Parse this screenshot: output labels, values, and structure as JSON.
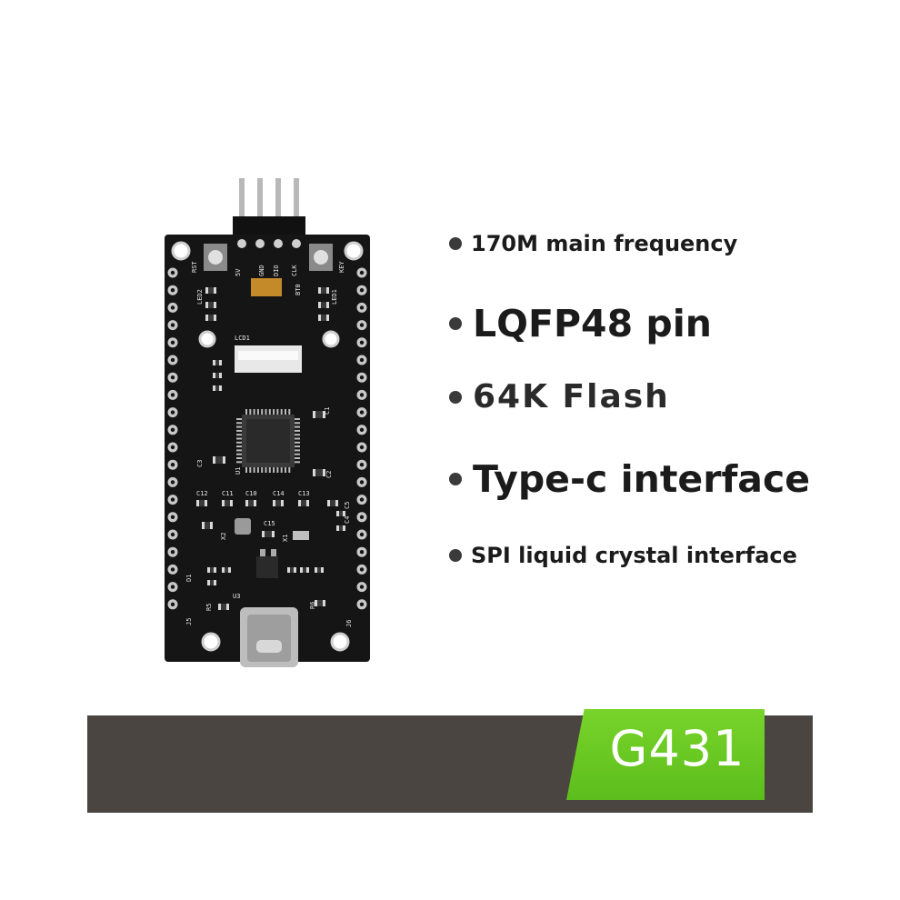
{
  "features": [
    "170M main frequency",
    "LQFP48 pin",
    "64K Flash",
    "Type-c interface",
    "SPI liquid crystal interface"
  ],
  "badge": "G431",
  "board": {
    "top_labels": [
      "5V",
      "GND",
      "DIO",
      "CLK"
    ],
    "silkscreen": {
      "rst": "RST",
      "key": "KEY",
      "led2": "LED2",
      "led1": "LED1",
      "bt0": "BT0",
      "lcd1": "LCD1",
      "u1": "U1",
      "u3": "U3",
      "c1": "C1",
      "c2": "C2",
      "c3": "C3",
      "c4": "C4",
      "c5": "C5",
      "c10": "C10",
      "c11": "C11",
      "c12": "C12",
      "c13": "C13",
      "c14": "C14",
      "c15": "C15",
      "x1": "X1",
      "x2": "X2",
      "j5": "J5",
      "j6": "J6",
      "r5": "R5",
      "r6": "R6",
      "d1": "D1"
    }
  },
  "colors": {
    "pcb": "#151515",
    "banner": "#4a4540",
    "badge": "#6cc924",
    "pad": "#c8c8c8"
  }
}
